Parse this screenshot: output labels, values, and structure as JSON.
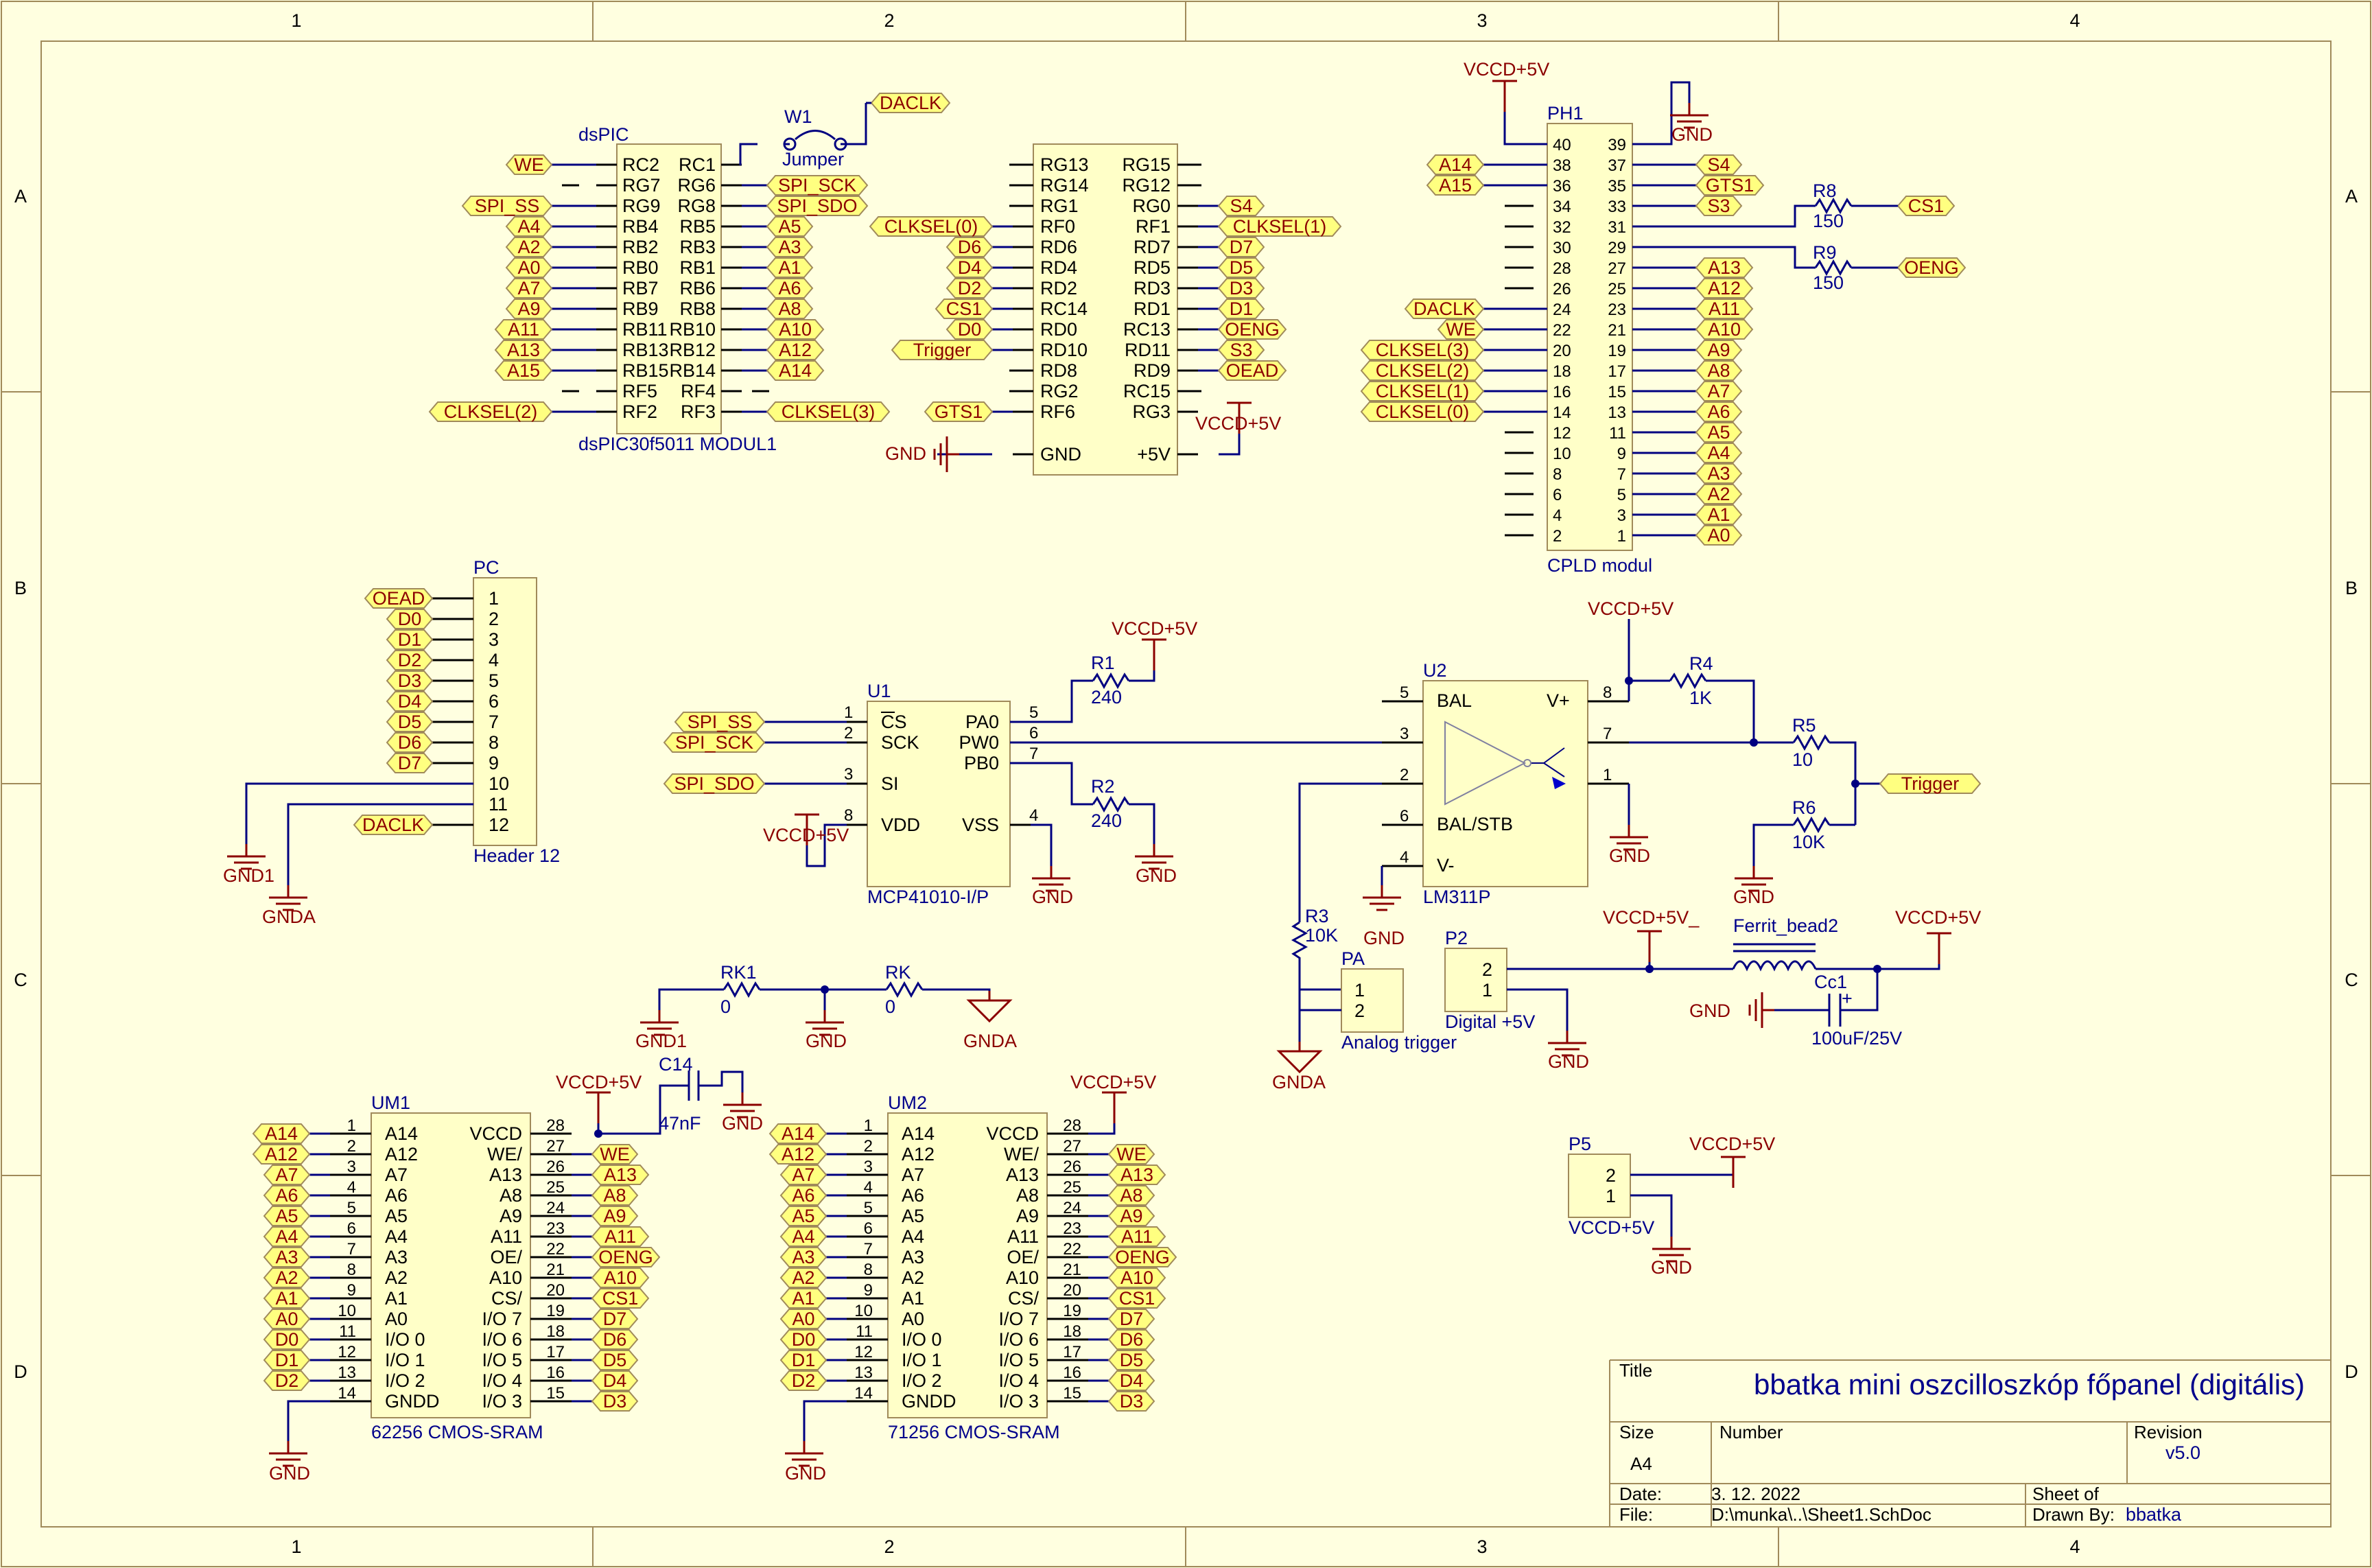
{
  "frame": {
    "cols": [
      "1",
      "2",
      "3",
      "4"
    ],
    "rows": [
      "A",
      "B",
      "C",
      "D"
    ]
  },
  "dspic": {
    "ref": "dsPIC",
    "name": "dsPIC30f5011 MODUL1",
    "left": [
      "RC2",
      "RG7",
      "RG9",
      "RB4",
      "RB2",
      "RB0",
      "RB7",
      "RB9",
      "RB11",
      "RB13",
      "RB15",
      "RF5",
      "RF2"
    ],
    "right": [
      "RC1",
      "RG6",
      "RG8",
      "RB5",
      "RB3",
      "RB1",
      "RB6",
      "RB8",
      "RB10",
      "RB12",
      "RB14",
      "RF4",
      "RF3"
    ],
    "left_nets": [
      "WE",
      "",
      "SPI_SS",
      "A4",
      "A2",
      "A0",
      "A7",
      "A9",
      "A11",
      "A13",
      "A15",
      "",
      "CLKSEL(2)"
    ],
    "right_nets": [
      "",
      "SPI_SCK",
      "SPI_SDO",
      "A5",
      "A3",
      "A1",
      "A6",
      "A8",
      "A10",
      "A12",
      "A14",
      "",
      "CLKSEL(3)"
    ]
  },
  "jumper": {
    "ref": "W1",
    "name": "Jumper",
    "net": "DACLK"
  },
  "mod2": {
    "left": [
      "RG13",
      "RG14",
      "RG1",
      "RF0",
      "RD6",
      "RD4",
      "RD2",
      "RC14",
      "RD0",
      "RD10",
      "RD8",
      "RG2",
      "RF6",
      "GND"
    ],
    "right": [
      "RG15",
      "RG12",
      "RG0",
      "RF1",
      "RD7",
      "RD5",
      "RD3",
      "RD1",
      "RC13",
      "RD11",
      "RD9",
      "RC15",
      "RG3",
      "+5V"
    ],
    "left_nets": [
      "",
      "",
      "",
      "CLKSEL(0)",
      "D6",
      "D4",
      "D2",
      "CS1",
      "D0",
      "Trigger",
      "",
      "",
      "GTS1",
      ""
    ],
    "right_nets": [
      "",
      "",
      "S4",
      "CLKSEL(1)",
      "D7",
      "D5",
      "D3",
      "D1",
      "OENG",
      "S3",
      "OEAD",
      "",
      ""
    ],
    "gnd": "GND",
    "vcc": "VCCD+5V"
  },
  "cpld": {
    "ref": "PH1",
    "name": "CPLD modul",
    "vcc": "VCCD+5V",
    "gnd": "GND",
    "left": [
      "40",
      "38",
      "36",
      "34",
      "32",
      "30",
      "28",
      "26",
      "24",
      "22",
      "20",
      "18",
      "16",
      "14",
      "12",
      "10",
      "8",
      "6",
      "4",
      "2"
    ],
    "right": [
      "39",
      "37",
      "35",
      "33",
      "31",
      "29",
      "27",
      "25",
      "23",
      "21",
      "19",
      "17",
      "15",
      "13",
      "11",
      "9",
      "7",
      "5",
      "3",
      "1"
    ],
    "left_nets": [
      "",
      "A14",
      "A15",
      "",
      "",
      "",
      "",
      "",
      "DACLK",
      "WE",
      "CLKSEL(3)",
      "CLKSEL(2)",
      "CLKSEL(1)",
      "CLKSEL(0)",
      "",
      "",
      "",
      "",
      "",
      ""
    ],
    "right_nets": [
      "",
      "S4",
      "GTS1",
      "S3",
      "",
      "",
      "A13",
      "A12",
      "A11",
      "A10",
      "A9",
      "A8",
      "A7",
      "A6",
      "A5",
      "A4",
      "A3",
      "A2",
      "A1",
      "A0"
    ]
  },
  "r8": {
    "ref": "R8",
    "val": "150",
    "net": "CS1"
  },
  "r9": {
    "ref": "R9",
    "val": "150",
    "net": "OENG"
  },
  "pc": {
    "ref": "PC",
    "name": "Header 12",
    "pins": [
      "1",
      "2",
      "3",
      "4",
      "5",
      "6",
      "7",
      "8",
      "9",
      "10",
      "11",
      "12"
    ],
    "nets": [
      "OEAD",
      "D0",
      "D1",
      "D2",
      "D3",
      "D4",
      "D5",
      "D6",
      "D7",
      "",
      "",
      "DACLK"
    ],
    "gnd1": "GND1",
    "gnda": "GNDA"
  },
  "u1": {
    "ref": "U1",
    "name": "MCP41010-I/P",
    "left": [
      "CS",
      "SCK",
      "SI",
      "VDD"
    ],
    "left_num": [
      "1",
      "2",
      "3",
      "8"
    ],
    "right": [
      "PA0",
      "PW0",
      "PB0",
      "VSS"
    ],
    "right_num": [
      "5",
      "6",
      "7",
      "4"
    ],
    "nets": [
      "SPI_SS",
      "SPI_SCK",
      "SPI_SDO"
    ],
    "vcc": "VCCD+5V",
    "gnd": "GND"
  },
  "r1": {
    "ref": "R1",
    "val": "240",
    "vcc": "VCCD+5V"
  },
  "r2": {
    "ref": "R2",
    "val": "240",
    "gnd": "GND"
  },
  "u2": {
    "ref": "U2",
    "name": "LM311P",
    "pins": [
      "BAL",
      "V+",
      "BAL/STB",
      "V-"
    ],
    "nums": [
      "5",
      "8",
      "3",
      "2",
      "7",
      "1",
      "6",
      "4"
    ],
    "vcc": "VCCD+5V",
    "gnd": "GND"
  },
  "r3": {
    "ref": "R3",
    "val": "10K"
  },
  "r4": {
    "ref": "R4",
    "val": "1K"
  },
  "r5": {
    "ref": "R5",
    "val": "10"
  },
  "r6": {
    "ref": "R6",
    "val": "10K"
  },
  "trigger": "Trigger",
  "pa": {
    "ref": "PA",
    "name": "Analog trigger",
    "pins": [
      "1",
      "2"
    ],
    "gnda": "GNDA"
  },
  "p2": {
    "ref": "P2",
    "name": "Digital +5V",
    "pins": [
      "2",
      "1"
    ],
    "gnd": "GND"
  },
  "ferrite": {
    "ref": "Ferrit_bead2",
    "vcc_left": "VCCD+5V_",
    "vcc_right": "VCCD+5V"
  },
  "cc1": {
    "ref": "Cc1",
    "val": "100uF/25V",
    "gnd": "GND",
    "plus": "+"
  },
  "rk1": {
    "ref": "RK1",
    "val": "0",
    "gnd": "GND1"
  },
  "rk": {
    "ref": "RK",
    "val": "0",
    "gnd": "GNDA"
  },
  "gnd_mid": "GND",
  "c14": {
    "ref": "C14",
    "val": "47nF",
    "vcc": "VCCD+5V",
    "gnd": "GND"
  },
  "um1": {
    "ref": "UM1",
    "name": "62256 CMOS-SRAM",
    "left": [
      "A14",
      "A12",
      "A7",
      "A6",
      "A5",
      "A4",
      "A3",
      "A2",
      "A1",
      "A0",
      "I/O 0",
      "I/O 1",
      "I/O 2",
      "GNDD"
    ],
    "left_num": [
      "1",
      "2",
      "3",
      "4",
      "5",
      "6",
      "7",
      "8",
      "9",
      "10",
      "11",
      "12",
      "13",
      "14"
    ],
    "right": [
      "VCCD",
      "WE/",
      "A13",
      "A8",
      "A9",
      "A11",
      "OE/",
      "A10",
      "CS/",
      "I/O 7",
      "I/O 6",
      "I/O 5",
      "I/O 4",
      "I/O 3"
    ],
    "right_num": [
      "28",
      "27",
      "26",
      "25",
      "24",
      "23",
      "22",
      "21",
      "20",
      "19",
      "18",
      "17",
      "16",
      "15"
    ],
    "left_nets": [
      "A14",
      "A12",
      "A7",
      "A6",
      "A5",
      "A4",
      "A3",
      "A2",
      "A1",
      "A0",
      "D0",
      "D1",
      "D2"
    ],
    "right_nets": [
      "",
      "WE",
      "A13",
      "A8",
      "A9",
      "A11",
      "OENG",
      "A10",
      "CS1",
      "D7",
      "D6",
      "D5",
      "D4",
      "D3"
    ],
    "gnd": "GND"
  },
  "um2": {
    "ref": "UM2",
    "name": "71256 CMOS-SRAM",
    "vcc": "VCCD+5V",
    "gnd": "GND"
  },
  "p5": {
    "ref": "P5",
    "name": "VCCD+5V",
    "pins": [
      "2",
      "1"
    ],
    "vcc": "VCCD+5V",
    "gnd": "GND"
  },
  "title_block": {
    "title_label": "Title",
    "title": "bbatka mini oszcilloszkóp főpanel (digitális)",
    "size_label": "Size",
    "size": "A4",
    "number_label": "Number",
    "revision_label": "Revision",
    "revision": "v5.0",
    "date_label": "Date:",
    "date": "3. 12. 2022",
    "sheet_label": "Sheet  of",
    "file_label": "File:",
    "file": "D:\\munka\\..\\Sheet1.SchDoc",
    "drawn_label": "Drawn By:",
    "drawn": "bbatka"
  }
}
